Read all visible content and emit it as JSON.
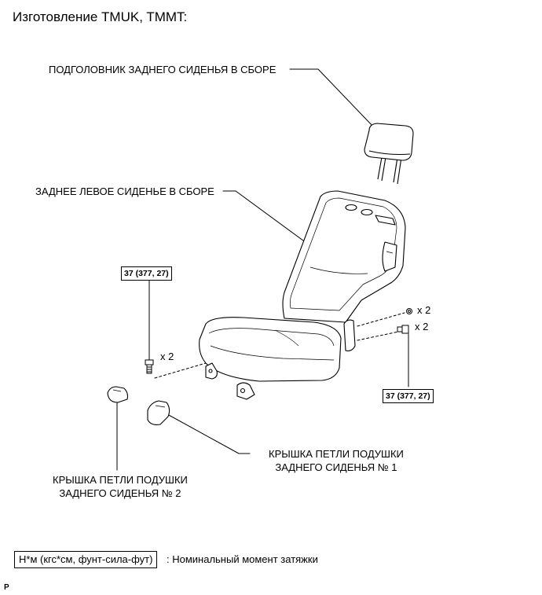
{
  "diagram": {
    "title": "Изготовление TMUK, TMMT:",
    "labels": {
      "headrest": "ПОДГОЛОВНИК ЗАДНЕГО СИДЕНЬЯ В СБОРЕ",
      "seat_assembly": "ЗАДНЕЕ ЛЕВОЕ СИДЕНЬЕ В СБОРЕ",
      "hinge_cover_1_line1": "КРЫШКА ПЕТЛИ ПОДУШКИ",
      "hinge_cover_1_line2": "ЗАДНЕГО СИДЕНЬЯ № 1",
      "hinge_cover_2_line1": "КРЫШКА ПЕТЛИ ПОДУШКИ",
      "hinge_cover_2_line2": "ЗАДНЕГО СИДЕНЬЯ № 2"
    },
    "torque_left": "37 (377, 27)",
    "torque_right": "37 (377, 27)",
    "qty_left": "x 2",
    "qty_right_1": "x 2",
    "qty_right_2": "x 2",
    "legend": {
      "unit_box": "Н*м (кгс*см, фунт-сила-фут)",
      "description": ": Номинальный момент затяжки"
    },
    "page_code": "P"
  }
}
